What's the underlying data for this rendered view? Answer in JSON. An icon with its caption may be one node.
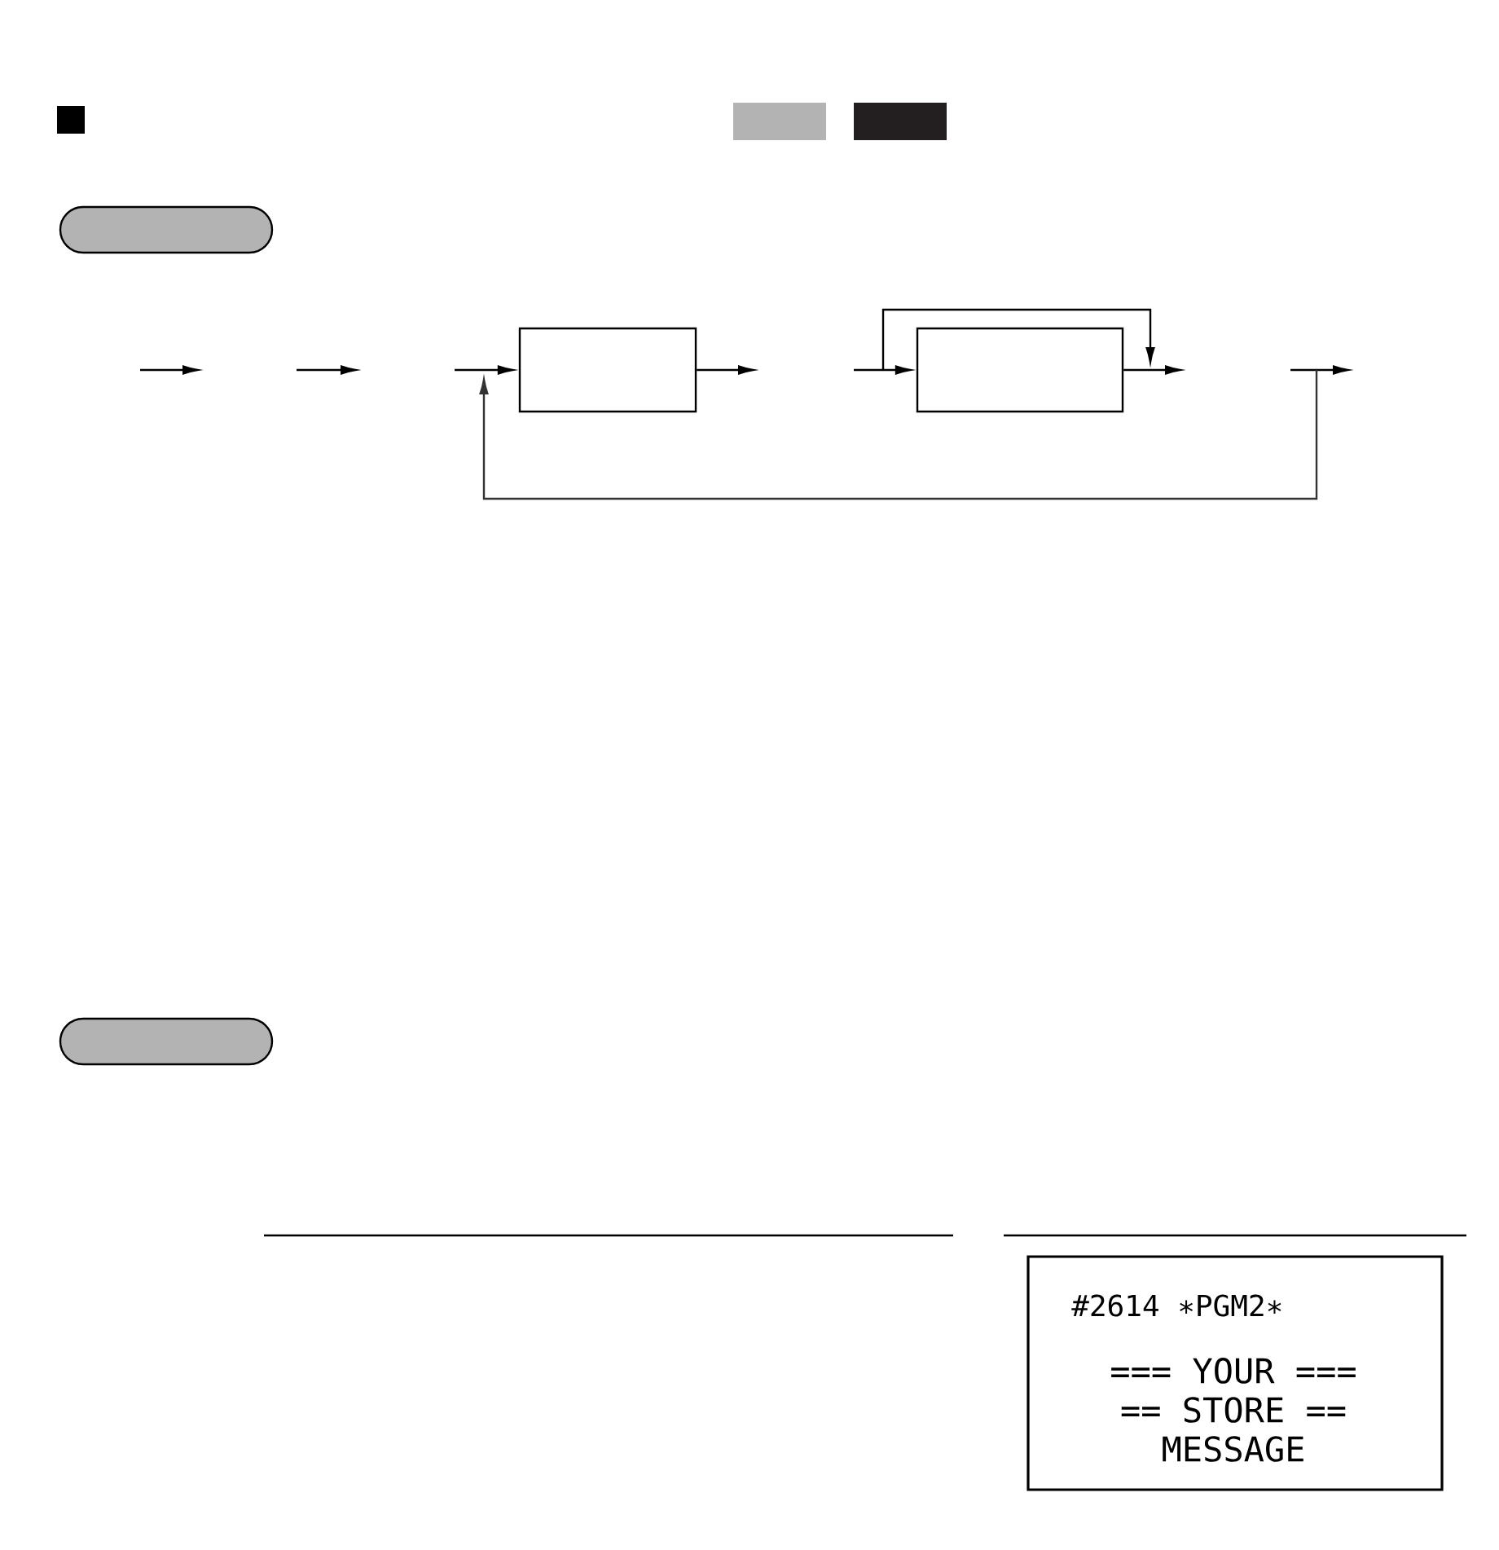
{
  "diagram": {
    "nodes": [
      {
        "text": [],
        "shape": "pill"
      },
      {
        "text": [],
        "shape": "box"
      },
      {
        "text": [],
        "shape": "box"
      },
      {
        "text": [],
        "shape": "pill"
      },
      {
        "text": [
          "#2614 ∗PGM2∗",
          "=== YOUR ===",
          "== STORE ==",
          "MESSAGE"
        ]
      }
    ],
    "edges": [
      {
        "from": null,
        "to": 1,
        "arrow": "to"
      },
      {
        "from": 1,
        "to": null,
        "arrow": "to"
      },
      {
        "from": null,
        "to": 2,
        "arrow": "to"
      },
      {
        "from": 2,
        "to": null,
        "arrow": "to"
      }
    ]
  }
}
